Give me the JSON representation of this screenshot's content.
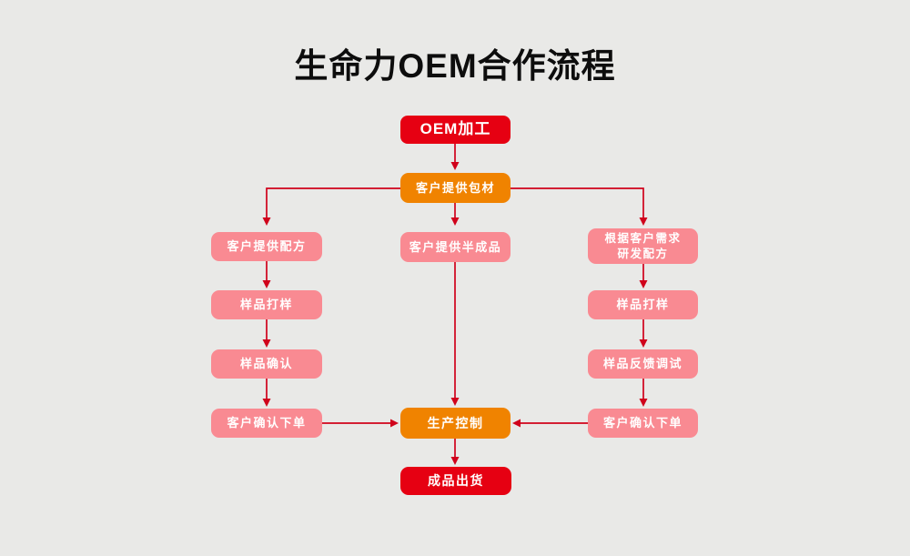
{
  "title": "生命力OEM合作流程",
  "colors": {
    "red": "#e60012",
    "orange": "#f08300",
    "pink": "#f98a92",
    "background": "#e9e9e7",
    "connector": "#d0021b",
    "text": "#ffffff",
    "title_text": "#0d0d0d"
  },
  "flow": {
    "start": {
      "label": "OEM加工"
    },
    "packaging": {
      "label": "客户提供包材"
    },
    "left_branch": [
      "客户提供配方",
      "样品打样",
      "样品确认",
      "客户确认下单"
    ],
    "middle_branch": [
      "客户提供半成品"
    ],
    "right_branch": [
      {
        "line1": "根据客户需求",
        "line2": "研发配方"
      },
      "样品打样",
      "样品反馈调试",
      "客户确认下单"
    ],
    "production": {
      "label": "生产控制"
    },
    "shipping": {
      "label": "成品出货"
    }
  }
}
